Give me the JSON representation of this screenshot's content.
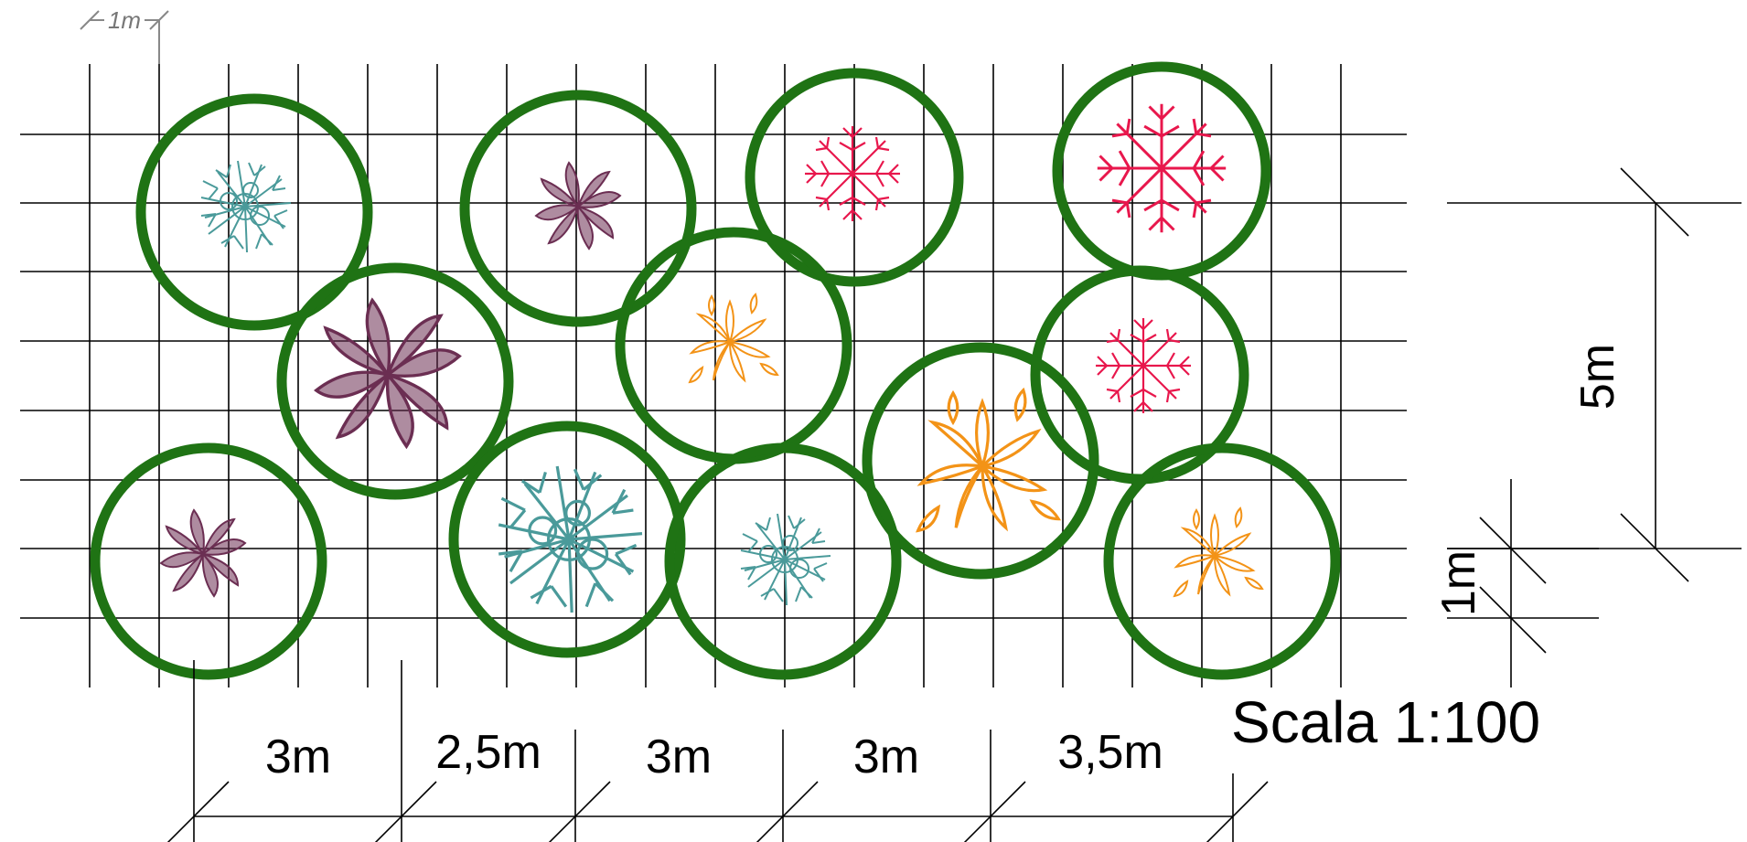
{
  "scale_label": "Scala 1:100",
  "grid_unit_label": "1m",
  "horizontal_dimensions": [
    "3m",
    "2,5m",
    "3m",
    "3m",
    "3,5m"
  ],
  "vertical_dimensions": {
    "large": "5m",
    "small": "1m"
  },
  "colors": {
    "canopy_ring": "#1f7314",
    "grid": "#000000",
    "plant_teal": "#4a9a9a",
    "plant_plum": "#6b2e52",
    "plant_red": "#e8174c",
    "plant_orange": "#f39317"
  },
  "plants": [
    {
      "species_color": "plant_teal",
      "icon": "pine-tuft-icon"
    },
    {
      "species_color": "plant_plum",
      "icon": "leafy-shrub-icon"
    },
    {
      "species_color": "plant_red",
      "icon": "spiky-leaf-icon"
    },
    {
      "species_color": "plant_red",
      "icon": "spiky-leaf-icon"
    },
    {
      "species_color": "plant_plum",
      "icon": "leafy-shrub-icon"
    },
    {
      "species_color": "plant_orange",
      "icon": "petal-bush-icon"
    },
    {
      "species_color": "plant_red",
      "icon": "spiky-leaf-icon"
    },
    {
      "species_color": "plant_orange",
      "icon": "petal-bush-icon"
    },
    {
      "species_color": "plant_plum",
      "icon": "leafy-shrub-icon"
    },
    {
      "species_color": "plant_teal",
      "icon": "pine-tuft-icon"
    },
    {
      "species_color": "plant_teal",
      "icon": "pine-tuft-icon"
    },
    {
      "species_color": "plant_orange",
      "icon": "petal-bush-icon"
    }
  ]
}
